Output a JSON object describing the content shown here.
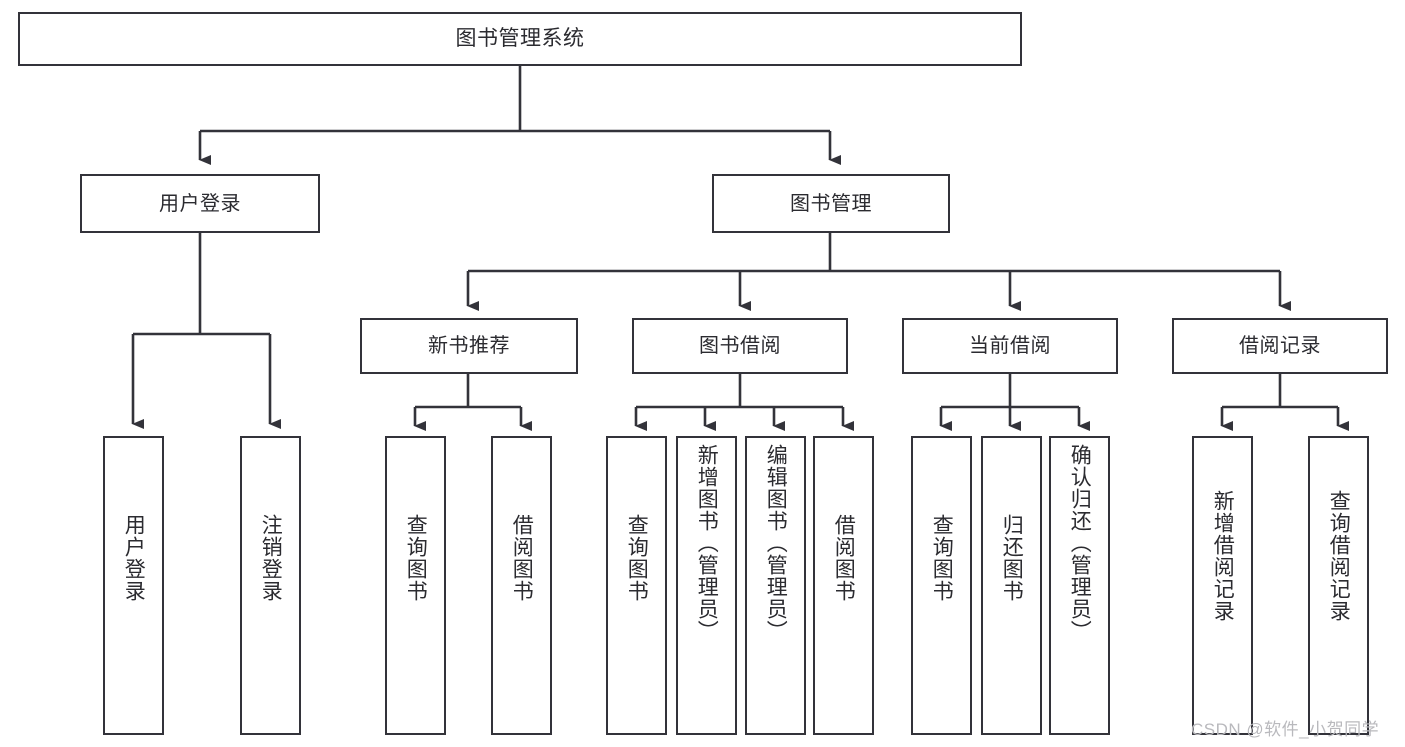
{
  "diagram": {
    "title_node": "图书管理系统",
    "watermark": "CSDN @软件_小贺同学",
    "colors": {
      "background": "#ffffff",
      "box_border": "#33333a",
      "connector": "#33333a",
      "text": "#2b2b30",
      "watermark": "#b9b9bd"
    },
    "levels": {
      "level1": [
        "图书管理系统"
      ],
      "level2": [
        "用户登录",
        "图书管理"
      ],
      "level3": [
        "新书推荐",
        "图书借阅",
        "当前借阅",
        "借阅记录"
      ],
      "level4": [
        "用户登录",
        "注销登录",
        "查询图书",
        "借阅图书",
        "查询图书",
        "新增图书（管理员）",
        "编辑图书（管理员）",
        "借阅图书",
        "查询图书",
        "归还图书",
        "确认归还（管理员）",
        "新增借阅记录",
        "查询借阅记录"
      ]
    },
    "nodes": {
      "root": {
        "label": "图书管理系统"
      },
      "user_login": {
        "label": "用户登录"
      },
      "book_mgmt": {
        "label": "图书管理"
      },
      "new_rec": {
        "label": "新书推荐"
      },
      "book_borrow": {
        "label": "图书借阅"
      },
      "cur_borrow": {
        "label": "当前借阅"
      },
      "borrow_log": {
        "label": "借阅记录"
      },
      "leaf_a1": {
        "label": "用户登录"
      },
      "leaf_a2": {
        "label": "注销登录"
      },
      "leaf_b1": {
        "label": "查询图书"
      },
      "leaf_b2": {
        "label": "借阅图书"
      },
      "leaf_c1": {
        "label": "查询图书"
      },
      "leaf_c2": {
        "label": "新增图书（管理员）"
      },
      "leaf_c3": {
        "label": "编辑图书（管理员）"
      },
      "leaf_c4": {
        "label": "借阅图书"
      },
      "leaf_d1": {
        "label": "查询图书"
      },
      "leaf_d2": {
        "label": "归还图书"
      },
      "leaf_d3": {
        "label": "确认归还（管理员）"
      },
      "leaf_e1": {
        "label": "新增借阅记录"
      },
      "leaf_e2": {
        "label": "查询借阅记录"
      }
    }
  }
}
